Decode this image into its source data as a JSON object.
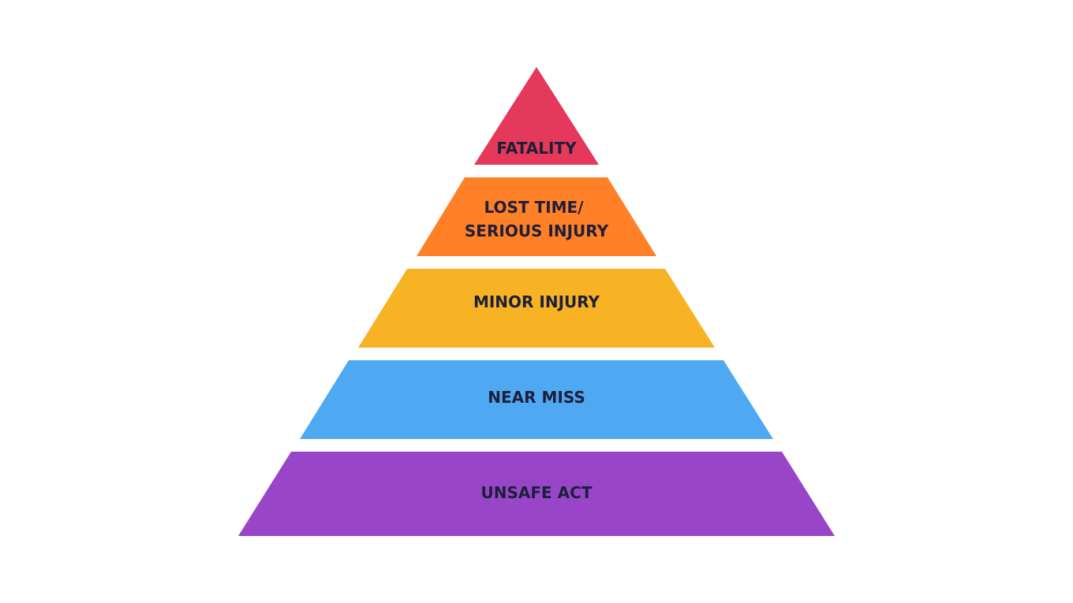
{
  "pyramid": {
    "tiers": [
      {
        "lines": [
          "FATALITY"
        ],
        "color": "#e4395a"
      },
      {
        "lines": [
          "LOST TIME/",
          "SERIOUS INJURY"
        ],
        "color": "#ff8026"
      },
      {
        "lines": [
          "MINOR INJURY"
        ],
        "color": "#f8b324"
      },
      {
        "lines": [
          "NEAR MISS"
        ],
        "color": "#4ea9f2"
      },
      {
        "lines": [
          "UNSAFE ACT"
        ],
        "color": "#9846c7"
      }
    ]
  }
}
